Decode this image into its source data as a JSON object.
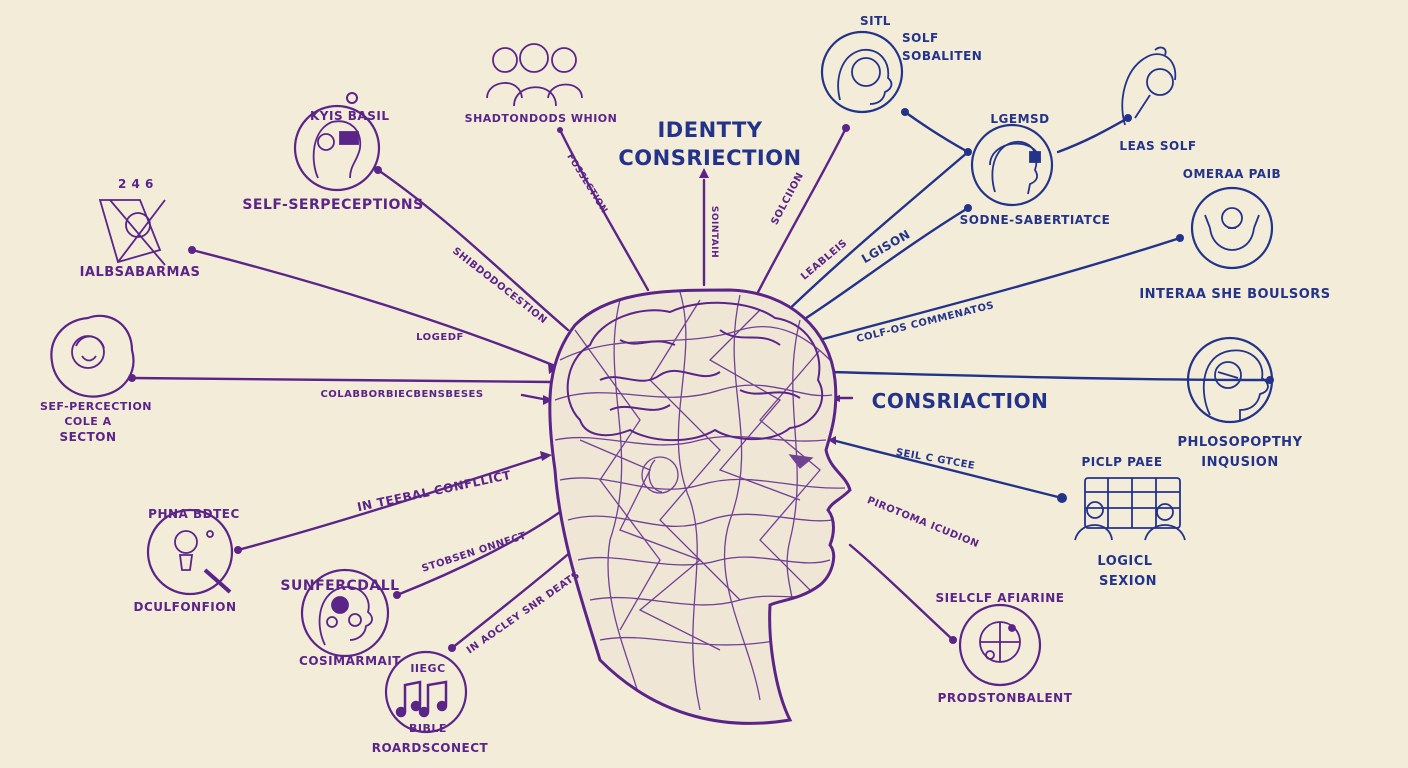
{
  "title": {
    "line1": "IDENTTY",
    "line2": "CONSRIECTION"
  },
  "colors": {
    "purple": "#5b2489",
    "blue": "#24338a",
    "paper": "#f2ecd9"
  },
  "nodes": [
    {
      "key": "self-perceptions",
      "color": "purple",
      "labels": [
        "KYIS  BASIL",
        "SELF-SERPECEPTIONS"
      ],
      "icon": "head-with-glasses-icon"
    },
    {
      "key": "group",
      "color": "purple",
      "labels": [
        "SHADTONDODS WHION"
      ],
      "icon": "group-of-people-icon"
    },
    {
      "key": "solf-sobaliten",
      "color": "blue",
      "labels": [
        "SOLF",
        "SOBALITEN",
        "SITL"
      ],
      "icon": "head-profile-globe-icon"
    },
    {
      "key": "leas-solf",
      "color": "blue",
      "labels": [
        "LEAS SOLF"
      ],
      "icon": "hand-magnifier-icon"
    },
    {
      "key": "sodne-sabertiatce",
      "color": "blue",
      "labels": [
        "LGEMSD",
        "SODNE-SABERTIATCE"
      ],
      "icon": "headphones-head-icon"
    },
    {
      "key": "interaa",
      "color": "blue",
      "labels": [
        "OMERAA PAIB",
        "INTERAA SHE BOULSORS"
      ],
      "icon": "hands-lightbulb-icon"
    },
    {
      "key": "philosophy",
      "color": "blue",
      "labels": [
        "PHLOSOPOPTHY",
        "INQUSION"
      ],
      "icon": "head-profile-brain-icon"
    },
    {
      "key": "logicl-sexion",
      "color": "blue",
      "labels": [
        "PICLP PAEE",
        "LOGICL",
        "SEXION"
      ],
      "icon": "calendar-people-icon"
    },
    {
      "key": "self-afiarine",
      "color": "purple",
      "labels": [
        "SIELCLF AFIARINE",
        "PRODSTONBALENT"
      ],
      "icon": "compass-circle-icon"
    },
    {
      "key": "music",
      "color": "purple",
      "labels": [
        "IIEGC",
        "BIBLE",
        "ROARDSCONECT"
      ],
      "icon": "music-notes-icon"
    },
    {
      "key": "sunfercdall",
      "color": "purple",
      "labels": [
        "SUNFERCDALL",
        "COSIMARMAIT"
      ],
      "icon": "head-gears-icon"
    },
    {
      "key": "dculfonfion",
      "color": "purple",
      "labels": [
        "PHNA BDTEC",
        "DCULFONFION"
      ],
      "icon": "lightbulb-tool-icon"
    },
    {
      "key": "self-perfection",
      "color": "purple",
      "labels": [
        "SEF-PERCECTION",
        "COLE A",
        "SECTON"
      ],
      "icon": "face-portrait-icon"
    },
    {
      "key": "ialbsabarmas",
      "color": "purple",
      "labels": [
        "IALBSABARMAS"
      ],
      "icon": "angel-figure-icon"
    }
  ],
  "connector_labels": [
    "LOGEDF",
    "COLABBORBIECBENSBESES",
    "IN TEEBAL CONFLLICT",
    "STOBSEN ONNECT",
    "IN AOCLEY SNR DEATS",
    "SHIBDODOCESTION",
    "FOSSLCTION",
    "SOINTAIH",
    "SOLCIION",
    "LEABLEIS",
    "LGISON",
    "COLF-OS COMMENATOS",
    "CONSRIACTION",
    "SEIL C GTCEE",
    "PIROTOMA ICUDION"
  ]
}
